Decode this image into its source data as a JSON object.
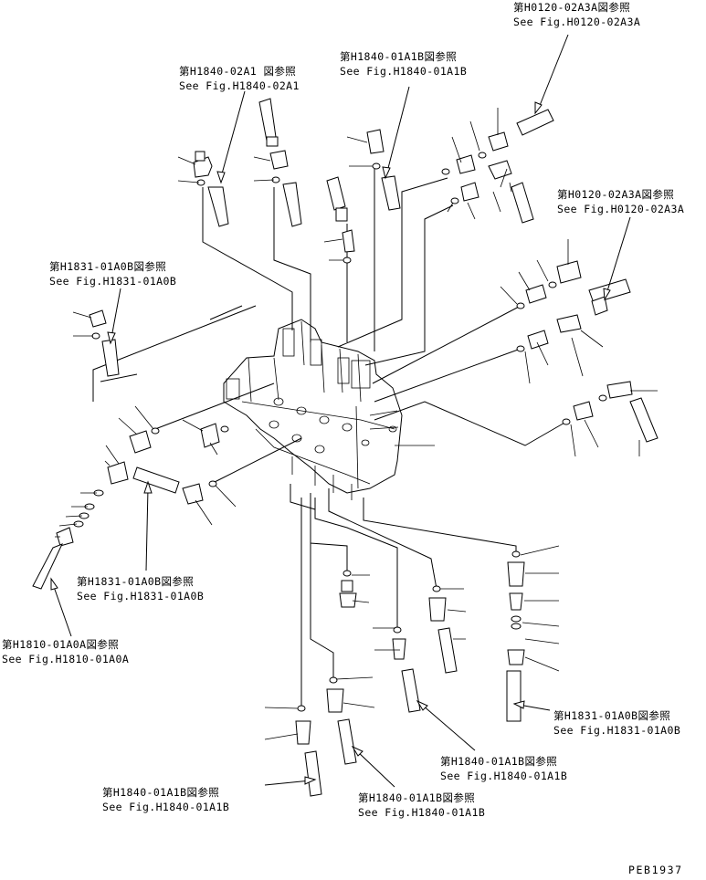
{
  "references": [
    {
      "id": "h0120-top",
      "jp": "第H0120-02A3A図参照",
      "en": "See Fig.H0120-02A3A"
    },
    {
      "id": "h1840-top-right",
      "jp": "第H1840-01A1B図参照",
      "en": "See Fig.H1840-01A1B"
    },
    {
      "id": "h1840-02a1",
      "jp": "第H1840-02A1 図参照",
      "en": "See Fig.H1840-02A1"
    },
    {
      "id": "h0120-right",
      "jp": "第H0120-02A3A図参照",
      "en": "See Fig.H0120-02A3A"
    },
    {
      "id": "h1831-left",
      "jp": "第H1831-01A0B図参照",
      "en": "See Fig.H1831-01A0B"
    },
    {
      "id": "h1831-center",
      "jp": "第H1831-01A0B図参照",
      "en": "See Fig.H1831-01A0B"
    },
    {
      "id": "h1810",
      "jp": "第H1810-01A0A図参照",
      "en": "See Fig.H1810-01A0A"
    },
    {
      "id": "h1831-right",
      "jp": "第H1831-01A0B図参照",
      "en": "See Fig.H1831-01A0B"
    },
    {
      "id": "h1840-bottom-center",
      "jp": "第H1840-01A1B図参照",
      "en": "See Fig.H1840-01A1B"
    },
    {
      "id": "h1840-bottom-left",
      "jp": "第H1840-01A1B図参照",
      "en": "See Fig.H1840-01A1B"
    },
    {
      "id": "h1840-bottom-right",
      "jp": "第H1840-01A1B図参照",
      "en": "See Fig.H1840-01A1B"
    }
  ],
  "drawing_code": "PEB1937"
}
